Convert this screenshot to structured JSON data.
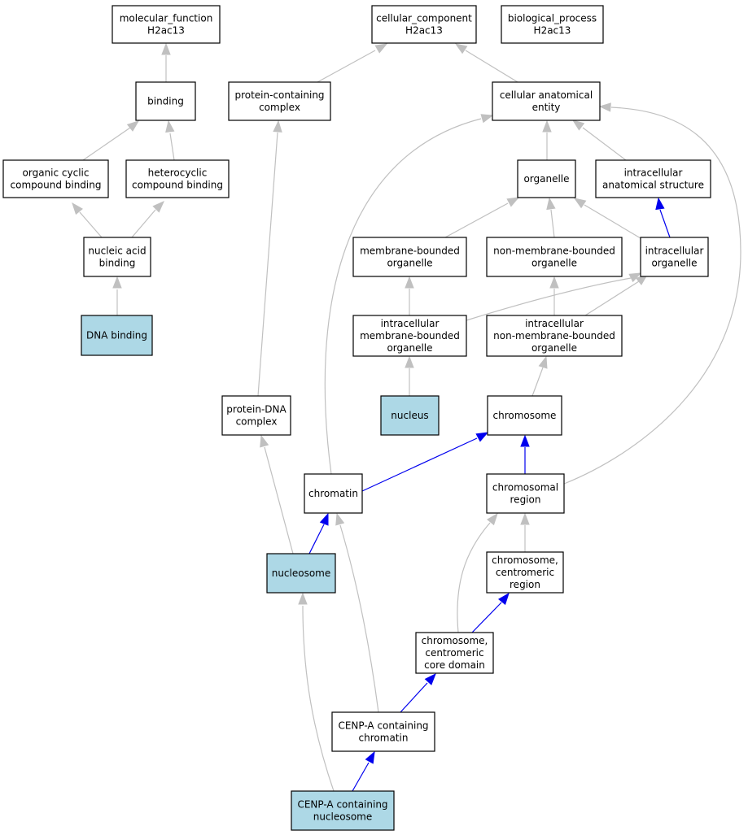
{
  "colors": {
    "node_fill": "#ffffff",
    "node_highlight_fill": "#add8e6",
    "node_stroke": "#000000",
    "edge_is_a": "#c0c0c0",
    "edge_part_of": "#0000ee"
  },
  "nodes": [
    {
      "id": "molecular_function",
      "lines": [
        "molecular_function",
        "H2ac13"
      ],
      "highlight": false
    },
    {
      "id": "cellular_component",
      "lines": [
        "cellular_component",
        "H2ac13"
      ],
      "highlight": false
    },
    {
      "id": "biological_process",
      "lines": [
        "biological_process",
        "H2ac13"
      ],
      "highlight": false
    },
    {
      "id": "binding",
      "lines": [
        "binding"
      ],
      "highlight": false
    },
    {
      "id": "protein_containing_complex",
      "lines": [
        "protein-containing",
        "complex"
      ],
      "highlight": false
    },
    {
      "id": "cellular_anatomical_entity",
      "lines": [
        "cellular anatomical",
        "entity"
      ],
      "highlight": false
    },
    {
      "id": "organic_cyclic_compound_binding",
      "lines": [
        "organic cyclic",
        "compound binding"
      ],
      "highlight": false
    },
    {
      "id": "heterocyclic_compound_binding",
      "lines": [
        "heterocyclic",
        "compound binding"
      ],
      "highlight": false
    },
    {
      "id": "organelle",
      "lines": [
        "organelle"
      ],
      "highlight": false
    },
    {
      "id": "intracellular_anatomical_structure",
      "lines": [
        "intracellular",
        "anatomical structure"
      ],
      "highlight": false
    },
    {
      "id": "nucleic_acid_binding",
      "lines": [
        "nucleic acid",
        "binding"
      ],
      "highlight": false
    },
    {
      "id": "membrane_bounded_organelle",
      "lines": [
        "membrane-bounded",
        "organelle"
      ],
      "highlight": false
    },
    {
      "id": "non_membrane_bounded_organelle",
      "lines": [
        "non-membrane-bounded",
        "organelle"
      ],
      "highlight": false
    },
    {
      "id": "intracellular_organelle",
      "lines": [
        "intracellular",
        "organelle"
      ],
      "highlight": false
    },
    {
      "id": "dna_binding",
      "lines": [
        "DNA binding"
      ],
      "highlight": true
    },
    {
      "id": "intracellular_membrane_bounded_organelle",
      "lines": [
        "intracellular",
        "membrane-bounded",
        "organelle"
      ],
      "highlight": false
    },
    {
      "id": "intracellular_non_membrane_bounded_organelle",
      "lines": [
        "intracellular",
        "non-membrane-bounded",
        "organelle"
      ],
      "highlight": false
    },
    {
      "id": "protein_dna_complex",
      "lines": [
        "protein-DNA",
        "complex"
      ],
      "highlight": false
    },
    {
      "id": "nucleus",
      "lines": [
        "nucleus"
      ],
      "highlight": true
    },
    {
      "id": "chromosome",
      "lines": [
        "chromosome"
      ],
      "highlight": false
    },
    {
      "id": "chromatin",
      "lines": [
        "chromatin"
      ],
      "highlight": false
    },
    {
      "id": "chromosomal_region",
      "lines": [
        "chromosomal",
        "region"
      ],
      "highlight": false
    },
    {
      "id": "nucleosome",
      "lines": [
        "nucleosome"
      ],
      "highlight": true
    },
    {
      "id": "chromosome_centromeric_region",
      "lines": [
        "chromosome,",
        "centromeric",
        "region"
      ],
      "highlight": false
    },
    {
      "id": "chromosome_centromeric_core_domain",
      "lines": [
        "chromosome,",
        "centromeric",
        "core domain"
      ],
      "highlight": false
    },
    {
      "id": "cenp_a_containing_chromatin",
      "lines": [
        "CENP-A containing",
        "chromatin"
      ],
      "highlight": false
    },
    {
      "id": "cenp_a_containing_nucleosome",
      "lines": [
        "CENP-A containing",
        "nucleosome"
      ],
      "highlight": true
    }
  ],
  "edges": [
    {
      "from": "binding",
      "to": "molecular_function",
      "type": "is_a"
    },
    {
      "from": "organic_cyclic_compound_binding",
      "to": "binding",
      "type": "is_a"
    },
    {
      "from": "heterocyclic_compound_binding",
      "to": "binding",
      "type": "is_a"
    },
    {
      "from": "nucleic_acid_binding",
      "to": "organic_cyclic_compound_binding",
      "type": "is_a"
    },
    {
      "from": "nucleic_acid_binding",
      "to": "heterocyclic_compound_binding",
      "type": "is_a"
    },
    {
      "from": "dna_binding",
      "to": "nucleic_acid_binding",
      "type": "is_a"
    },
    {
      "from": "protein_containing_complex",
      "to": "cellular_component",
      "type": "is_a"
    },
    {
      "from": "cellular_anatomical_entity",
      "to": "cellular_component",
      "type": "is_a"
    },
    {
      "from": "organelle",
      "to": "cellular_anatomical_entity",
      "type": "is_a"
    },
    {
      "from": "intracellular_anatomical_structure",
      "to": "cellular_anatomical_entity",
      "type": "is_a"
    },
    {
      "from": "membrane_bounded_organelle",
      "to": "organelle",
      "type": "is_a"
    },
    {
      "from": "non_membrane_bounded_organelle",
      "to": "organelle",
      "type": "is_a"
    },
    {
      "from": "intracellular_organelle",
      "to": "organelle",
      "type": "is_a"
    },
    {
      "from": "intracellular_organelle",
      "to": "intracellular_anatomical_structure",
      "type": "part_of"
    },
    {
      "from": "intracellular_membrane_bounded_organelle",
      "to": "membrane_bounded_organelle",
      "type": "is_a"
    },
    {
      "from": "intracellular_membrane_bounded_organelle",
      "to": "intracellular_organelle",
      "type": "is_a"
    },
    {
      "from": "intracellular_non_membrane_bounded_organelle",
      "to": "non_membrane_bounded_organelle",
      "type": "is_a"
    },
    {
      "from": "intracellular_non_membrane_bounded_organelle",
      "to": "intracellular_organelle",
      "type": "is_a"
    },
    {
      "from": "nucleus",
      "to": "intracellular_membrane_bounded_organelle",
      "type": "is_a"
    },
    {
      "from": "chromosome",
      "to": "intracellular_non_membrane_bounded_organelle",
      "type": "is_a"
    },
    {
      "from": "protein_dna_complex",
      "to": "protein_containing_complex",
      "type": "is_a"
    },
    {
      "from": "chromatin",
      "to": "cellular_anatomical_entity",
      "type": "is_a"
    },
    {
      "from": "chromatin",
      "to": "chromosome",
      "type": "part_of"
    },
    {
      "from": "chromosomal_region",
      "to": "chromosome",
      "type": "part_of"
    },
    {
      "from": "chromosomal_region",
      "to": "cellular_anatomical_entity",
      "type": "is_a"
    },
    {
      "from": "nucleosome",
      "to": "protein_dna_complex",
      "type": "is_a"
    },
    {
      "from": "nucleosome",
      "to": "chromatin",
      "type": "part_of"
    },
    {
      "from": "chromosome_centromeric_region",
      "to": "chromosomal_region",
      "type": "is_a"
    },
    {
      "from": "chromosome_centromeric_core_domain",
      "to": "chromosome_centromeric_region",
      "type": "part_of"
    },
    {
      "from": "chromosome_centromeric_core_domain",
      "to": "chromosomal_region",
      "type": "is_a"
    },
    {
      "from": "cenp_a_containing_chromatin",
      "to": "chromosome_centromeric_core_domain",
      "type": "part_of"
    },
    {
      "from": "cenp_a_containing_chromatin",
      "to": "chromatin",
      "type": "is_a"
    },
    {
      "from": "cenp_a_containing_nucleosome",
      "to": "cenp_a_containing_chromatin",
      "type": "part_of"
    },
    {
      "from": "cenp_a_containing_nucleosome",
      "to": "nucleosome",
      "type": "is_a"
    }
  ]
}
